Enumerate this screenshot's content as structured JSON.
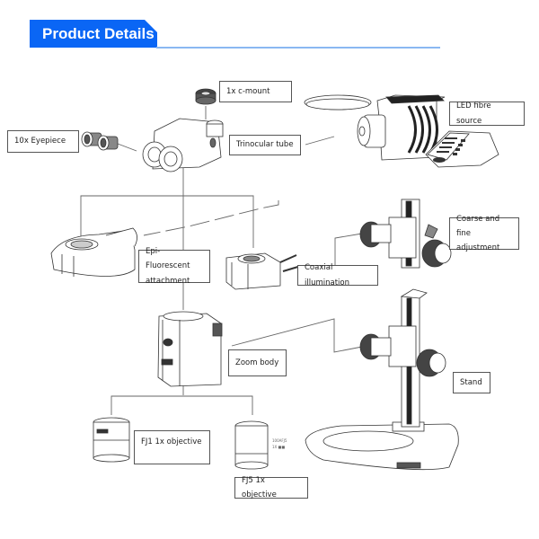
{
  "header": {
    "title": "Product Details",
    "accent_color": "#0a66f5",
    "rule_color": "#8ab8f2"
  },
  "diagram": {
    "subject": "Stereo microscope system components",
    "components": [
      {
        "id": "c-mount",
        "label": "1x c-mount"
      },
      {
        "id": "eyepiece",
        "label": "10x Eyepiece"
      },
      {
        "id": "trinocular-tube",
        "label": "Trinocular tube"
      },
      {
        "id": "led-fibre-source",
        "label": "LED fibre source"
      },
      {
        "id": "coarse-fine-adjustment",
        "label": "Coarse and fine adjustment"
      },
      {
        "id": "epi-fluorescent",
        "label": "Epi-Fluorescent attachment"
      },
      {
        "id": "coaxial-illumination",
        "label": "Coaxial illumination"
      },
      {
        "id": "zoom-body",
        "label": "Zoom body"
      },
      {
        "id": "stand",
        "label": "Stand"
      },
      {
        "id": "fj1-objective",
        "label": "FJ1 1x objective"
      },
      {
        "id": "fj5-objective",
        "label": "FJ5 1x objective"
      }
    ]
  }
}
